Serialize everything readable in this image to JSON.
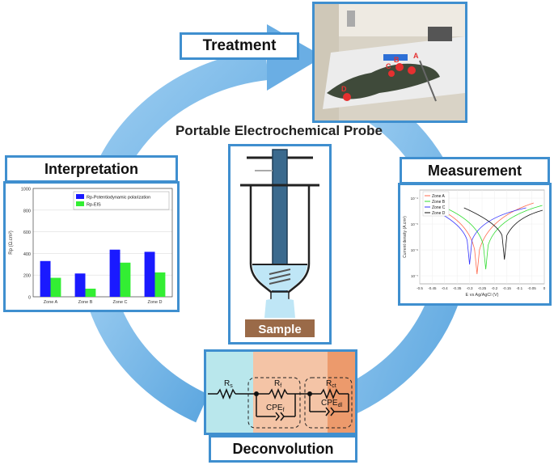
{
  "center_title": "Portable Electrochemical Probe",
  "stages": {
    "treatment": "Treatment",
    "measurement": "Measurement",
    "deconvolution": "Deconvolution",
    "interpretation": "Interpretation"
  },
  "sample_label": "Sample",
  "photo_markers": [
    "A",
    "B",
    "C",
    "D"
  ],
  "circuit": {
    "rs": "R",
    "rs_sub": "s",
    "rf": "R",
    "rf_sub": "f",
    "cpef": "CPE",
    "cpef_sub": "f",
    "rct": "R",
    "rct_sub": "ct",
    "cpedl": "CPE",
    "cpedl_sub": "dl"
  },
  "chart_data": [
    {
      "type": "bar",
      "categories": [
        "Zone A",
        "Zone B",
        "Zone C",
        "Zone D"
      ],
      "series": [
        {
          "name": "Rp-Potentiodynamic polarization",
          "values": [
            330,
            215,
            435,
            415
          ],
          "color": "#1a1aff"
        },
        {
          "name": "Rp-EIS",
          "values": [
            175,
            75,
            315,
            225
          ],
          "color": "#33ee33"
        }
      ],
      "ylabel": "Rp (Ω.cm²)",
      "ylim": [
        0,
        1000
      ],
      "yticks": [
        0,
        200,
        400,
        600,
        800,
        1000
      ],
      "legend": "top-right"
    },
    {
      "type": "line",
      "xlabel": "E vs Ag/AgCl (V)",
      "ylabel": "Current density (A.cm²)",
      "xlim": [
        -0.5,
        0
      ],
      "xticks": [
        "-0.5",
        "-0.45",
        "-0.4",
        "-0.35",
        "-0.3",
        "-0.25",
        "-0.2",
        "-0.15",
        "-0.1",
        "-0.05",
        "0"
      ],
      "yticks": [
        "10⁻⁴",
        "10⁻⁵",
        "10⁻⁶",
        "10⁻⁷"
      ],
      "legend": "top-left",
      "series": [
        {
          "name": "Zone A",
          "color": "#ff6a4d",
          "ecorr": -0.27
        },
        {
          "name": "Zone B",
          "color": "#33dd33",
          "ecorr": -0.235
        },
        {
          "name": "Zone C",
          "color": "#3333ff",
          "ecorr": -0.3
        },
        {
          "name": "Zone D",
          "color": "#111111",
          "ecorr": -0.16
        }
      ]
    }
  ]
}
